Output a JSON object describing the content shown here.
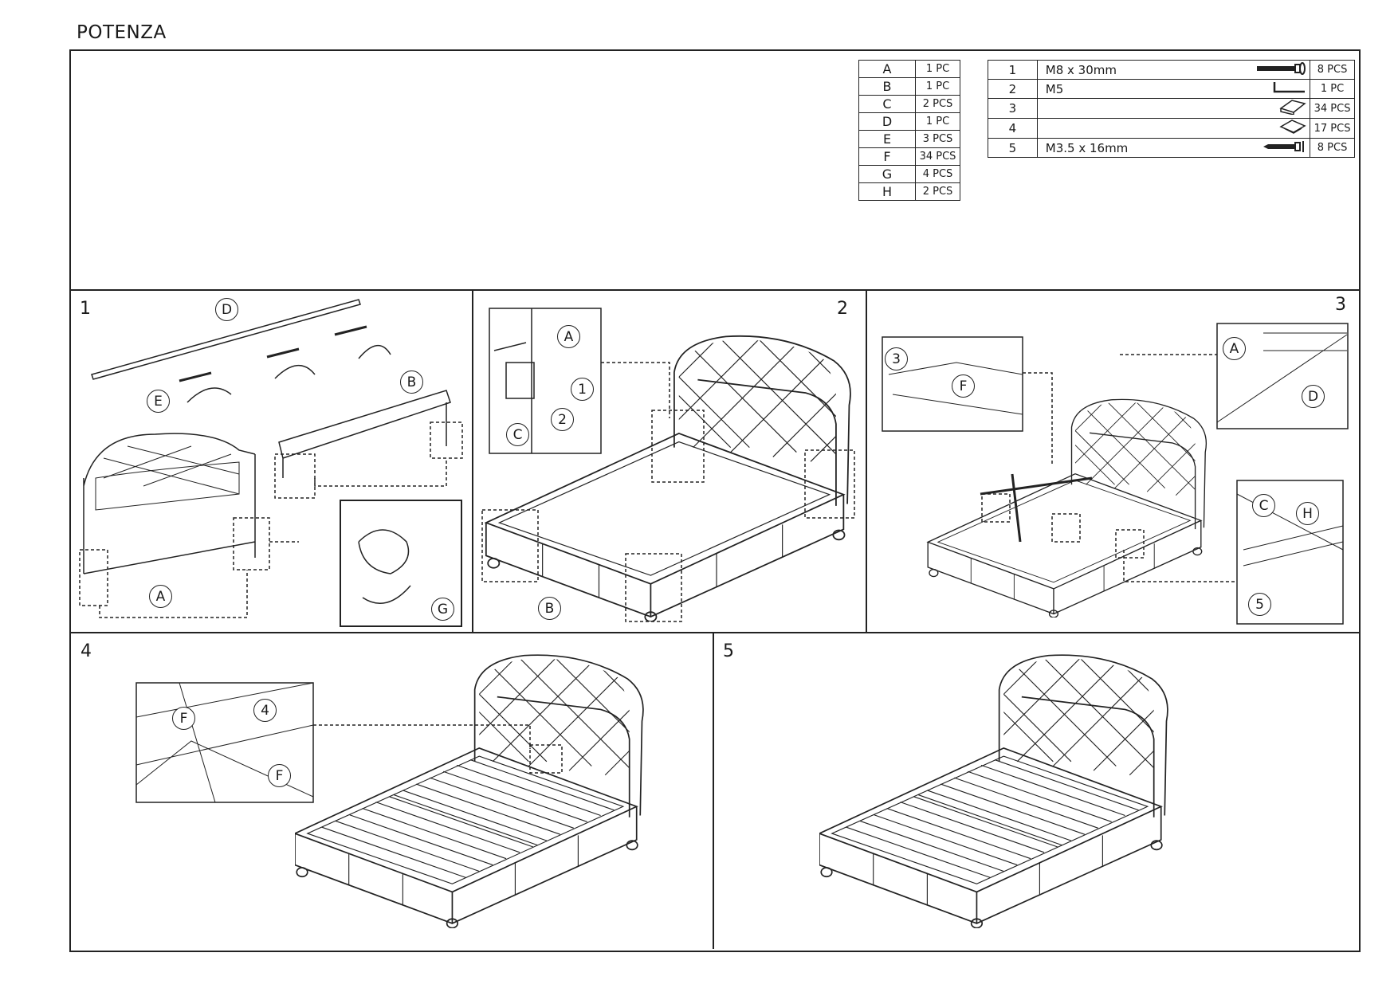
{
  "title": "POTENZA",
  "parts": [
    {
      "letter": "A",
      "qty": "1 PC"
    },
    {
      "letter": "B",
      "qty": "1 PC"
    },
    {
      "letter": "C",
      "qty": "2 PCS"
    },
    {
      "letter": "D",
      "qty": "1 PC"
    },
    {
      "letter": "E",
      "qty": "3 PCS"
    },
    {
      "letter": "F",
      "qty": "34 PCS"
    },
    {
      "letter": "G",
      "qty": "4 PCS"
    },
    {
      "letter": "H",
      "qty": "2 PCS"
    }
  ],
  "hardware": [
    {
      "no": "1",
      "desc": "M8 x 30mm",
      "icon": "bolt-icon",
      "qty": "8 PCS"
    },
    {
      "no": "2",
      "desc": "M5",
      "icon": "allen-key-icon",
      "qty": "1 PC"
    },
    {
      "no": "3",
      "desc": "",
      "icon": "slat-holder-icon",
      "qty": "34 PCS"
    },
    {
      "no": "4",
      "desc": "",
      "icon": "slat-cap-icon",
      "qty": "17 PCS"
    },
    {
      "no": "5",
      "desc": "M3.5 x 16mm",
      "icon": "screw-icon",
      "qty": "8 PCS"
    }
  ],
  "steps": {
    "s1": {
      "number": "1",
      "callouts": [
        "D",
        "E",
        "B",
        "A",
        "G"
      ]
    },
    "s2": {
      "number": "2",
      "callouts": [
        "A",
        "1",
        "2",
        "C",
        "B"
      ]
    },
    "s3": {
      "number": "3",
      "callouts": [
        "3",
        "F",
        "A",
        "D",
        "C",
        "H",
        "5"
      ]
    },
    "s4": {
      "number": "4",
      "callouts": [
        "F",
        "4",
        "F"
      ]
    },
    "s5": {
      "number": "5"
    }
  }
}
